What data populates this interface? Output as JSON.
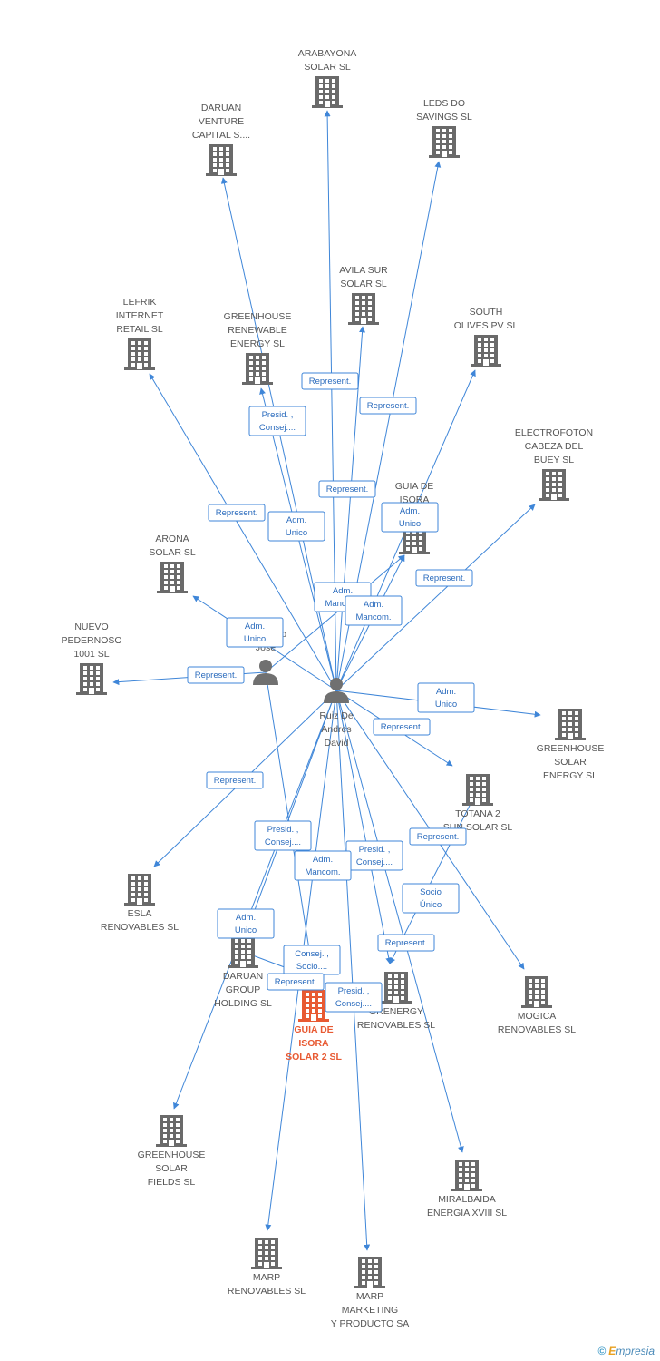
{
  "colors": {
    "edge": "#3f86d8",
    "company": "#6a6a6a",
    "main_company": "#e85a33",
    "person": "#707070"
  },
  "nodes": [
    {
      "id": "arabayona",
      "type": "company",
      "lines": [
        "ARABAYONA",
        "SOLAR SL"
      ]
    },
    {
      "id": "daruan_vc",
      "type": "company",
      "lines": [
        "DARUAN",
        "VENTURE",
        "CAPITAL S...."
      ]
    },
    {
      "id": "leds",
      "type": "company",
      "lines": [
        "LEDS DO",
        "SAVINGS SL"
      ]
    },
    {
      "id": "avila",
      "type": "company",
      "lines": [
        "AVILA SUR",
        "SOLAR SL"
      ]
    },
    {
      "id": "lefrik",
      "type": "company",
      "lines": [
        "LEFRIK",
        "INTERNET",
        "RETAIL SL"
      ]
    },
    {
      "id": "gh_renewable",
      "type": "company",
      "lines": [
        "GREENHOUSE",
        "RENEWABLE",
        "ENERGY SL"
      ]
    },
    {
      "id": "south_olives",
      "type": "company",
      "lines": [
        "SOUTH",
        "OLIVES PV SL"
      ]
    },
    {
      "id": "electrofoton",
      "type": "company",
      "lines": [
        "ELECTROFOTON",
        "CABEZA DEL",
        "BUEY SL"
      ]
    },
    {
      "id": "guia_isora_sl",
      "type": "company",
      "lines": [
        "GUIA DE",
        "ISORA",
        "SOLAR SL"
      ]
    },
    {
      "id": "arona",
      "type": "company",
      "lines": [
        "ARONA",
        "SOLAR SL"
      ]
    },
    {
      "id": "nuevo_pedernoso",
      "type": "company",
      "lines": [
        "NUEVO",
        "PEDERNOSO",
        "1001 SL"
      ]
    },
    {
      "id": "coronado",
      "type": "person",
      "lines": [
        "Coronado",
        "Jose"
      ]
    },
    {
      "id": "ruiz",
      "type": "person",
      "lines": [
        "Ruiz De",
        "Andres",
        "David"
      ]
    },
    {
      "id": "gh_solar_energy",
      "type": "company",
      "lines": [
        "GREENHOUSE",
        "SOLAR",
        "ENERGY SL"
      ]
    },
    {
      "id": "totana",
      "type": "company",
      "lines": [
        "TOTANA 2",
        "SUN SOLAR SL"
      ]
    },
    {
      "id": "esla",
      "type": "company",
      "lines": [
        "ESLA",
        "RENOVABLES SL"
      ]
    },
    {
      "id": "daruan_group",
      "type": "company",
      "lines": [
        "DARUAN",
        "GROUP",
        "HOLDING  SL"
      ]
    },
    {
      "id": "guia_isora_2",
      "type": "main",
      "lines": [
        "GUIA DE",
        "ISORA",
        "SOLAR 2 SL"
      ]
    },
    {
      "id": "grenergy",
      "type": "company",
      "lines": [
        "GRENERGY",
        "RENOVABLES SL"
      ]
    },
    {
      "id": "mogica",
      "type": "company",
      "lines": [
        "MOGICA",
        "RENOVABLES SL"
      ]
    },
    {
      "id": "gh_solar_fields",
      "type": "company",
      "lines": [
        "GREENHOUSE",
        "SOLAR",
        "FIELDS SL"
      ]
    },
    {
      "id": "miralbaida",
      "type": "company",
      "lines": [
        "MIRALBAIDA",
        "ENERGIA XVIII SL"
      ]
    },
    {
      "id": "marp_renovables",
      "type": "company",
      "lines": [
        "MARP",
        "RENOVABLES SL"
      ]
    },
    {
      "id": "marp_marketing",
      "type": "company",
      "lines": [
        "MARP",
        "MARKETING",
        "Y PRODUCTO SA"
      ]
    }
  ],
  "edges": [
    {
      "from": "ruiz",
      "to": "arabayona"
    },
    {
      "from": "ruiz",
      "to": "daruan_vc"
    },
    {
      "from": "ruiz",
      "to": "leds"
    },
    {
      "from": "ruiz",
      "to": "avila"
    },
    {
      "from": "ruiz",
      "to": "lefrik"
    },
    {
      "from": "ruiz",
      "to": "gh_renewable"
    },
    {
      "from": "ruiz",
      "to": "south_olives"
    },
    {
      "from": "ruiz",
      "to": "electrofoton"
    },
    {
      "from": "ruiz",
      "to": "guia_isora_sl"
    },
    {
      "from": "coronado",
      "to": "guia_isora_sl"
    },
    {
      "from": "ruiz",
      "to": "arona"
    },
    {
      "from": "coronado",
      "to": "nuevo_pedernoso"
    },
    {
      "from": "ruiz",
      "to": "gh_solar_energy"
    },
    {
      "from": "ruiz",
      "to": "totana"
    },
    {
      "from": "ruiz",
      "to": "esla"
    },
    {
      "from": "ruiz",
      "to": "daruan_group"
    },
    {
      "from": "coronado",
      "to": "guia_isora_2"
    },
    {
      "from": "daruan_group",
      "to": "guia_isora_2"
    },
    {
      "from": "ruiz",
      "to": "grenergy"
    },
    {
      "from": "totana",
      "to": "grenergy"
    },
    {
      "from": "ruiz",
      "to": "mogica"
    },
    {
      "from": "ruiz",
      "to": "gh_solar_fields"
    },
    {
      "from": "ruiz",
      "to": "miralbaida"
    },
    {
      "from": "ruiz",
      "to": "marp_renovables"
    },
    {
      "from": "ruiz",
      "to": "marp_marketing"
    }
  ],
  "edge_labels": [
    {
      "lines": [
        "Represent."
      ]
    },
    {
      "lines": [
        "Presid. ,",
        "Consej...."
      ]
    },
    {
      "lines": [
        "Represent."
      ]
    },
    {
      "lines": [
        "Represent."
      ]
    },
    {
      "lines": [
        "Represent."
      ]
    },
    {
      "lines": [
        "Adm.",
        "Unico"
      ]
    },
    {
      "lines": [
        "Adm.",
        "Unico"
      ]
    },
    {
      "lines": [
        "Represent."
      ]
    },
    {
      "lines": [
        "Adm.",
        "Mancom."
      ]
    },
    {
      "lines": [
        "Adm.",
        "Mancom."
      ]
    },
    {
      "lines": [
        "Adm.",
        "Unico"
      ]
    },
    {
      "lines": [
        "Represent."
      ]
    },
    {
      "lines": [
        "Adm.",
        "Unico"
      ]
    },
    {
      "lines": [
        "Represent."
      ]
    },
    {
      "lines": [
        "Represent."
      ]
    },
    {
      "lines": [
        "Presid. ,",
        "Consej...."
      ]
    },
    {
      "lines": [
        "Presid. ,",
        "Consej...."
      ]
    },
    {
      "lines": [
        "Adm.",
        "Mancom."
      ]
    },
    {
      "lines": [
        "Represent."
      ]
    },
    {
      "lines": [
        "Socio",
        "Único"
      ]
    },
    {
      "lines": [
        "Adm.",
        "Unico"
      ]
    },
    {
      "lines": [
        "Represent."
      ]
    },
    {
      "lines": [
        "Consej. ,",
        "Socio...."
      ]
    },
    {
      "lines": [
        "Represent."
      ]
    },
    {
      "lines": [
        "Presid. ,",
        "Consej...."
      ]
    }
  ],
  "footer": {
    "copyright": "©",
    "brand_initial": "E",
    "brand_rest": "mpresia"
  }
}
